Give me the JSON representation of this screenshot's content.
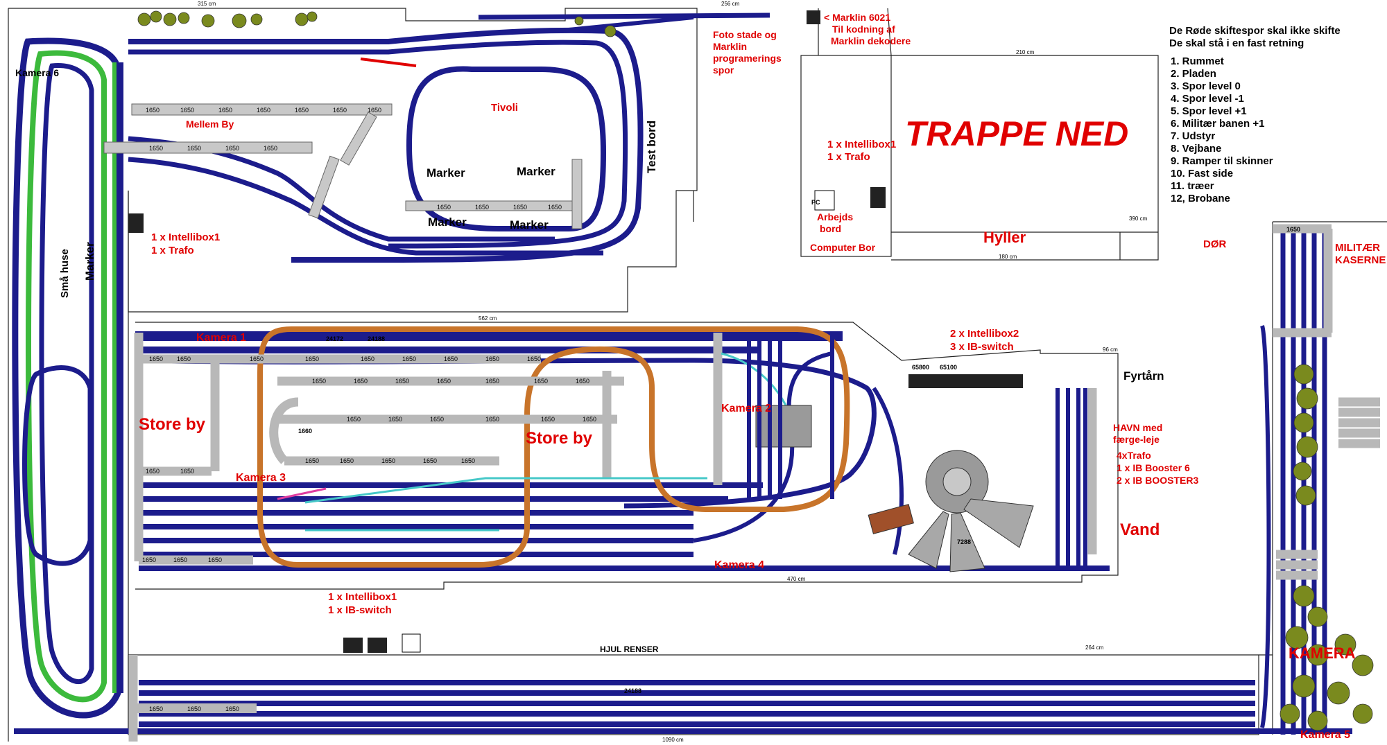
{
  "labels": {
    "foto_stade": "Foto stade og",
    "marklin_prog": "Marklin",
    "programerings": "programerings",
    "spor": "spor",
    "marklin6021": "< Marklin 6021",
    "til_kodning": "Til kodning af",
    "marklin_dekodere": "Marklin dekodere",
    "kamera6": "Kamera 6",
    "mellem_by": "Mellem By",
    "tivoli": "Tivoli",
    "marker": "Marker",
    "test_bord": "Test bord",
    "trappe_ned": "TRAPPE NED",
    "intellibox1_trafo_a": "1 x Intellibox1",
    "trafo_a": "1 x Trafo",
    "arbejds": "Arbejds",
    "bord": "bord",
    "computer_bor": "Computer Bor",
    "hyller": "Hyller",
    "dor": "DØR",
    "militaer": "MILITÆR",
    "kaserne": "KASERNE",
    "intellibox1_b": "1 x Intellibox1",
    "trafo_b": "1 x Trafo",
    "sma_huse": "Små huse",
    "kamera1": "Kamera 1",
    "kamera2": "Kamera 2",
    "kamera3": "Kamera 3",
    "kamera4": "Kamera 4",
    "kamera5": "Kamera 5",
    "store_by": "Store by",
    "intellibox2": "2 x Intellibox2",
    "ib_switch3": "3 x IB-switch",
    "fyrtarn": "Fyrtårn",
    "havn": "HAVN med",
    "faerge": "færge-leje",
    "trafo4": "4xTrafo",
    "booster6": "1 x IB Booster 6",
    "booster3": "2 x IB BOOSTER3",
    "vand": "Vand",
    "intellibox1_c": "1 x Intellibox1",
    "ib_switch1": "1 x IB-switch",
    "hjul_renser": "HJUL RENSER",
    "pc": "PC",
    "kamera_small": "KAMERA"
  },
  "legend": {
    "note1": "De Røde skiftespor skal ikke skifte",
    "note2": "De skal stå i en fast retning",
    "items": [
      "1.  Rummet",
      "2.  Pladen",
      "3.  Spor level 0",
      "4.  Spor level -1",
      "5.  Spor level +1",
      "6.  Militær banen +1",
      "7.  Udstyr",
      "8.  Vejbane",
      "9.  Ramper til skinner",
      "10. Fast side",
      "11. træer",
      "12, Brobane"
    ]
  },
  "dimensions": {
    "d315": "315 cm",
    "d256": "256 cm",
    "d210": "210 cm",
    "d562": "562 cm",
    "d390": "390 cm",
    "d180": "180 cm",
    "d96": "96 cm",
    "d264": "264 cm",
    "d1090": "1090 cm",
    "d470": "470 cm"
  },
  "track_codes": {
    "c1650": "1650",
    "c1660": "1660",
    "c24172": "24172",
    "c24188": "24188",
    "c65800": "65800",
    "c65100": "65100",
    "c7288": "7288",
    "c24188b": "24188"
  },
  "colors": {
    "track_blue": "#1c1c8c",
    "track_gray": "#8c8c8c",
    "track_green": "#3cba3c",
    "track_orange": "#c8742a",
    "track_pink": "#e8a0c8",
    "track_cyan": "#46c8c8",
    "label_red": "#e00000",
    "tree_green": "#7a8a1e"
  }
}
